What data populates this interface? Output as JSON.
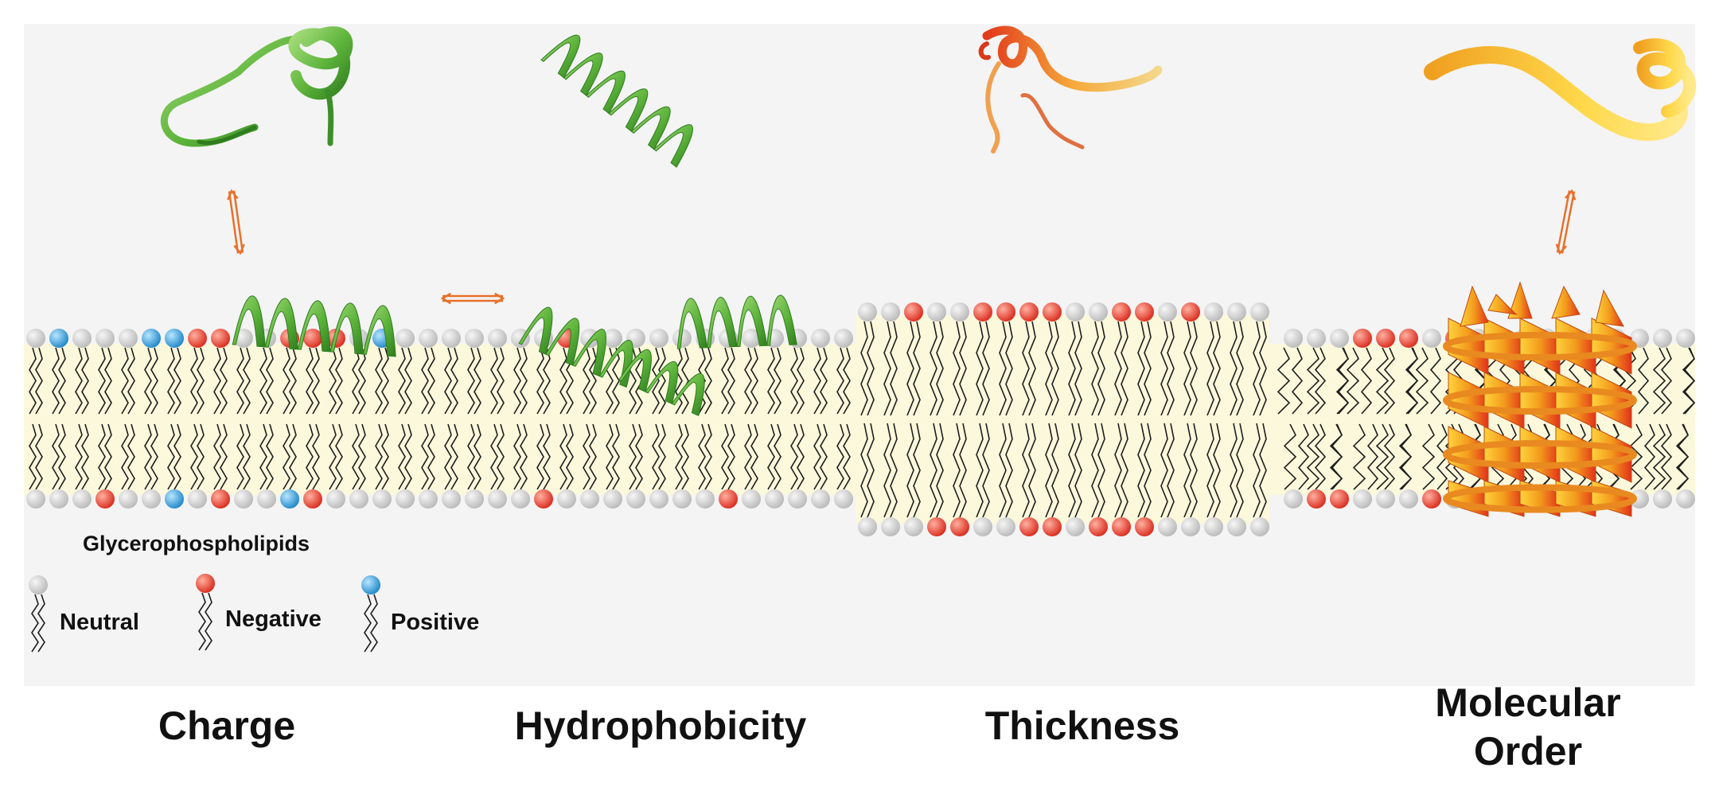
{
  "figure": {
    "captions": {
      "charge": "Charge",
      "hydrophobicity": "Hydrophobicity",
      "thickness": "Thickness",
      "molecular_order_line1": "Molecular",
      "molecular_order_line2": "Order"
    },
    "legend": {
      "title": "Glycerophospholipids",
      "items": [
        {
          "label": "Neutral",
          "color": "#c8c8c8"
        },
        {
          "label": "Negative",
          "color": "#e23a2a"
        },
        {
          "label": "Positive",
          "color": "#2a9fd6"
        }
      ]
    },
    "colors": {
      "panel": "#f4f4f4",
      "membrane_core": "#fbf8dc",
      "tail": "#1e1e1e",
      "arrow": "#e8702a",
      "peptide_green": "#5cb33a",
      "peptide_orange": "#f0a020"
    }
  }
}
